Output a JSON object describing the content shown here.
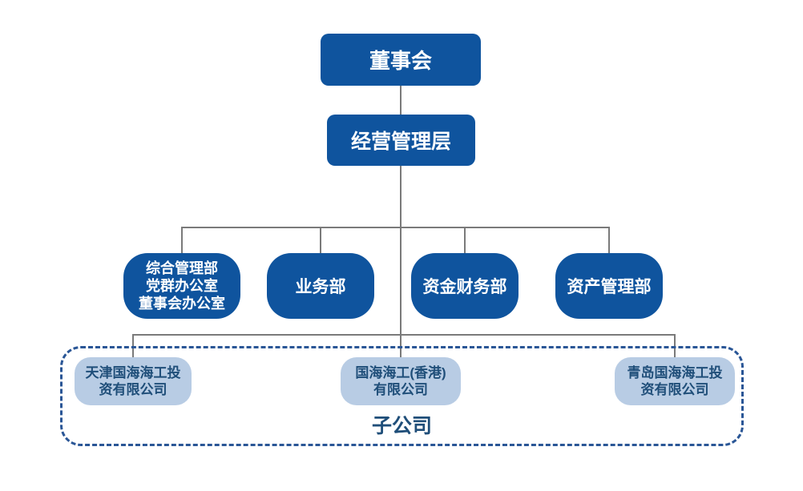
{
  "colors": {
    "primary": "#0f549e",
    "light": "#b8cce4",
    "light_text": "#1f4e79",
    "dashed_border": "#2a5696",
    "connector": "#7a7a7a",
    "background": "#ffffff"
  },
  "org": {
    "board": {
      "label": "董事会"
    },
    "management": {
      "label": "经营管理层"
    },
    "departments": [
      {
        "lines": [
          "综合管理部",
          "党群办公室",
          "董事会办公室"
        ]
      },
      {
        "lines": [
          "业务部"
        ]
      },
      {
        "lines": [
          "资金财务部"
        ]
      },
      {
        "lines": [
          "资产管理部"
        ]
      }
    ],
    "subsidiaries": {
      "group_label": "子公司",
      "items": [
        {
          "lines": [
            "天津国海海工投",
            "资有限公司"
          ]
        },
        {
          "lines": [
            "国海海工(香港)",
            "有限公司"
          ]
        },
        {
          "lines": [
            "青岛国海海工投",
            "资有限公司"
          ]
        }
      ]
    }
  }
}
